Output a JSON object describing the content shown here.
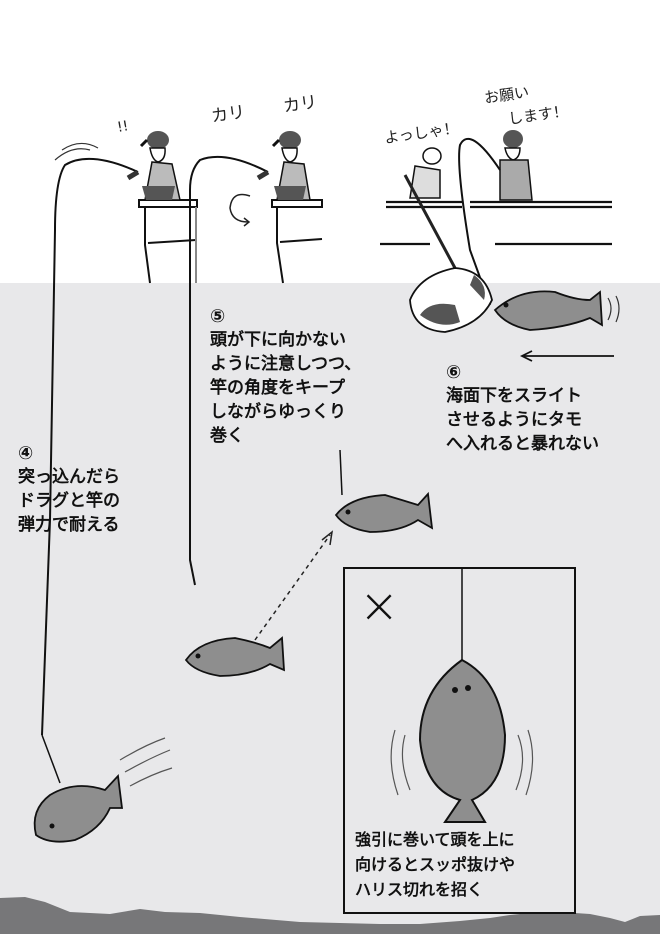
{
  "colors": {
    "sky": "#ffffff",
    "water": "#e8e8ea",
    "seabed": "#777779",
    "fish_body": "#8e8e8e",
    "line": "#111111"
  },
  "scene": {
    "sound_effects": {
      "step4_surprise": "!!",
      "step5_reel_1": "カリ",
      "step5_reel_2": "カリ",
      "step6_netter": "よっしゃ！",
      "step6_angler_line1": "お願い",
      "step6_angler_line2": "します！"
    }
  },
  "steps": [
    {
      "number": "④",
      "lines": [
        "突っ込んだら",
        "ドラグと竿の",
        "弾力で耐える"
      ]
    },
    {
      "number": "⑤",
      "lines": [
        "頭が下に向かない",
        "ように注意しつつ、",
        "竿の角度をキープ",
        "しながらゆっくり",
        "巻く"
      ]
    },
    {
      "number": "⑥",
      "lines": [
        "海面下をスライト",
        "させるようにタモ",
        "へ入れると暴れない"
      ]
    }
  ],
  "warning_box": {
    "mark": "×",
    "lines": [
      "強引に巻いて頭を上に",
      "向けるとスッポ抜けや",
      "ハリス切れを招く"
    ]
  }
}
